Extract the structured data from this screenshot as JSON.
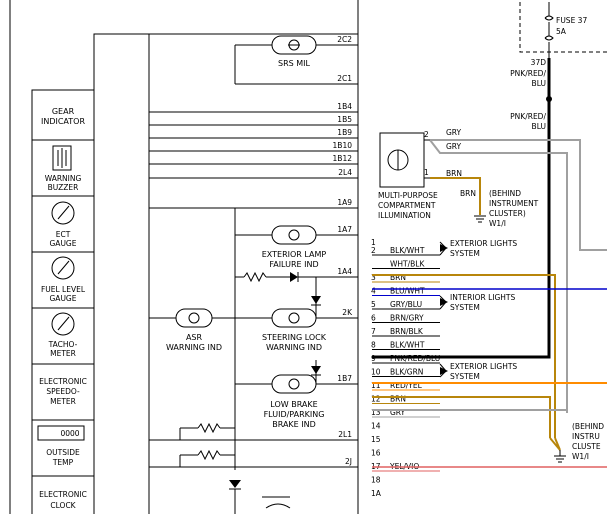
{
  "left_panel": {
    "gear_indicator": [
      "GEAR",
      "INDICATOR"
    ],
    "warning_buzzer": [
      "WARNING",
      "BUZZER"
    ],
    "ect_gauge": [
      "ECT",
      "GAUGE"
    ],
    "fuel_level_gauge": [
      "FUEL LEVEL",
      "GAUGE"
    ],
    "tachometer": [
      "TACHO-",
      "METER"
    ],
    "electronic_speedometer": [
      "ELECTRONIC",
      "SPEEDO-",
      "METER"
    ],
    "outside_temp_display": "0000",
    "outside_temp": [
      "OUTSIDE",
      "TEMP"
    ],
    "electronic_clock": [
      "ELECTRONIC",
      "CLOCK"
    ]
  },
  "pins": [
    "2C2",
    "2C1",
    "1B4",
    "1B5",
    "1B9",
    "1B10",
    "1B12",
    "2L4",
    "1A9",
    "1A7",
    "1A4",
    "2K",
    "1B7",
    "2L1",
    "2J"
  ],
  "lamps": {
    "srs_mil": [
      "SRS MIL"
    ],
    "exterior_lamp_failure": [
      "EXTERIOR LAMP",
      "FAILURE IND"
    ],
    "asr_warning": [
      "ASR",
      "WARNING IND"
    ],
    "steering_lock": [
      "STEERING LOCK",
      "WARNING IND"
    ],
    "low_brake": [
      "LOW BRAKE",
      "FLUID/PARKING",
      "BRAKE IND"
    ]
  },
  "fuse": {
    "name": "FUSE 37",
    "rating": "5A",
    "terminal": "37D"
  },
  "feed_wire": [
    "PNK/RED/",
    "BLU"
  ],
  "feed_wire_repeat": [
    "PNK/RED/",
    "BLU"
  ],
  "multi_purpose": {
    "label": [
      "MULTI-PURPOSE",
      "COMPARTMENT",
      "ILLUMINATION"
    ],
    "pin2": "2",
    "pin1": "1",
    "wire_gry_1": "GRY",
    "wire_gry_2": "GRY",
    "wire_brn_1": "BRN",
    "wire_brn_2": "BRN",
    "ground_note": [
      "(BEHIND",
      "INSTRUMENT",
      "CLUSTER)"
    ],
    "ground_id": "W1/I"
  },
  "connector": {
    "top_pin": "1",
    "rows": [
      {
        "pin": "2",
        "wire": "BLK/WHT",
        "color": "#000000"
      },
      {
        "pin": "",
        "wire": "WHT/BLK",
        "color": "#000000"
      },
      {
        "pin": "3",
        "wire": "BRN",
        "color": "#b8860b"
      },
      {
        "pin": "4",
        "wire": "BLU/WHT",
        "color": "#0000cc"
      },
      {
        "pin": "5",
        "wire": "GRY/BLU",
        "color": "#000000"
      },
      {
        "pin": "6",
        "wire": "BRN/GRY",
        "color": "#000000"
      },
      {
        "pin": "7",
        "wire": "BRN/BLK",
        "color": "#000000"
      },
      {
        "pin": "8",
        "wire": "BLK/WHT",
        "color": "#000000"
      },
      {
        "pin": "9",
        "wire": "PNK/RED/BLU",
        "color": "#000000"
      },
      {
        "pin": "10",
        "wire": "BLK/GRN",
        "color": "#000000"
      },
      {
        "pin": "11",
        "wire": "RED/YEL",
        "color": "#ff8c00"
      },
      {
        "pin": "12",
        "wire": "BRN",
        "color": "#b8860b"
      },
      {
        "pin": "13",
        "wire": "GRY",
        "color": "#a0a0a0"
      },
      {
        "pin": "14",
        "wire": "",
        "color": ""
      },
      {
        "pin": "15",
        "wire": "",
        "color": ""
      },
      {
        "pin": "16",
        "wire": "",
        "color": ""
      },
      {
        "pin": "17",
        "wire": "YEL/VIO",
        "color": "#e06060"
      },
      {
        "pin": "18",
        "wire": "",
        "color": ""
      },
      {
        "pin": "1A",
        "wire": "",
        "color": ""
      }
    ]
  },
  "systems": {
    "exterior_lights_1": [
      "EXTERIOR LIGHTS",
      "SYSTEM"
    ],
    "interior_lights": [
      "INTERIOR LIGHTS",
      "SYSTEM"
    ],
    "exterior_lights_2": [
      "EXTERIOR LIGHTS",
      "SYSTEM"
    ]
  },
  "right_ground": {
    "note": [
      "(BEHIND",
      "INSTRU",
      "CLUSTE"
    ],
    "id": "W1/I"
  }
}
